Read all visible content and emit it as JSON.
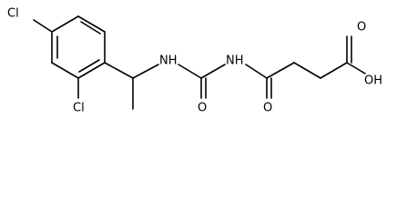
{
  "molecule": {
    "atom_labels": {
      "cl_para": "Cl",
      "cl_ortho": "Cl",
      "nh_amine": "NH",
      "nh_imide": "NH",
      "o_urea": "O",
      "o_ketone": "O",
      "o_acid": "O",
      "oh_acid": "OH"
    }
  }
}
